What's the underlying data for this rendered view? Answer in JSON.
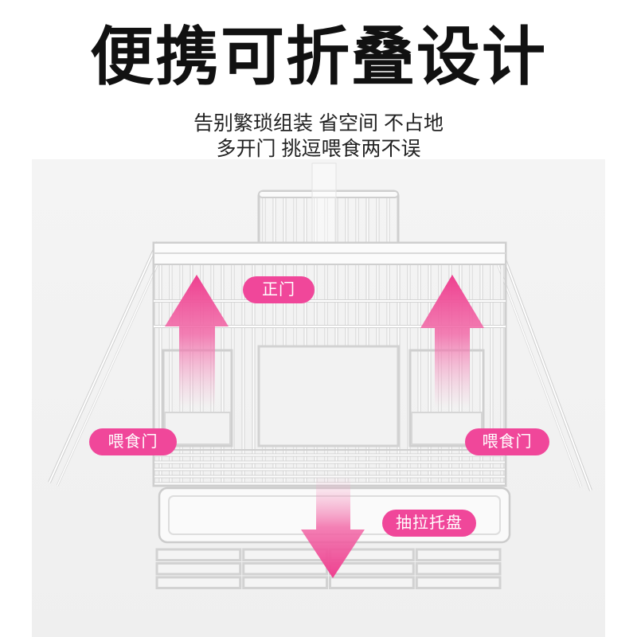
{
  "header": {
    "title": "便携可折叠设计",
    "subtitle_lines": [
      "告别繁琐组装 省空间 不占地",
      "多开门 挑逗喂食两不误"
    ]
  },
  "labels": {
    "main_door": "正门",
    "feed_door_left": "喂食门",
    "feed_door_right": "喂食门",
    "tray": "抽拉托盘"
  },
  "icons": {
    "left_arrow": "arrow-up-icon",
    "right_arrow": "arrow-up-icon",
    "center_arrow": "arrow-down-icon"
  },
  "colors": {
    "accent": "#f0479a",
    "title": "#111111",
    "panel": "#f2f2f2"
  }
}
